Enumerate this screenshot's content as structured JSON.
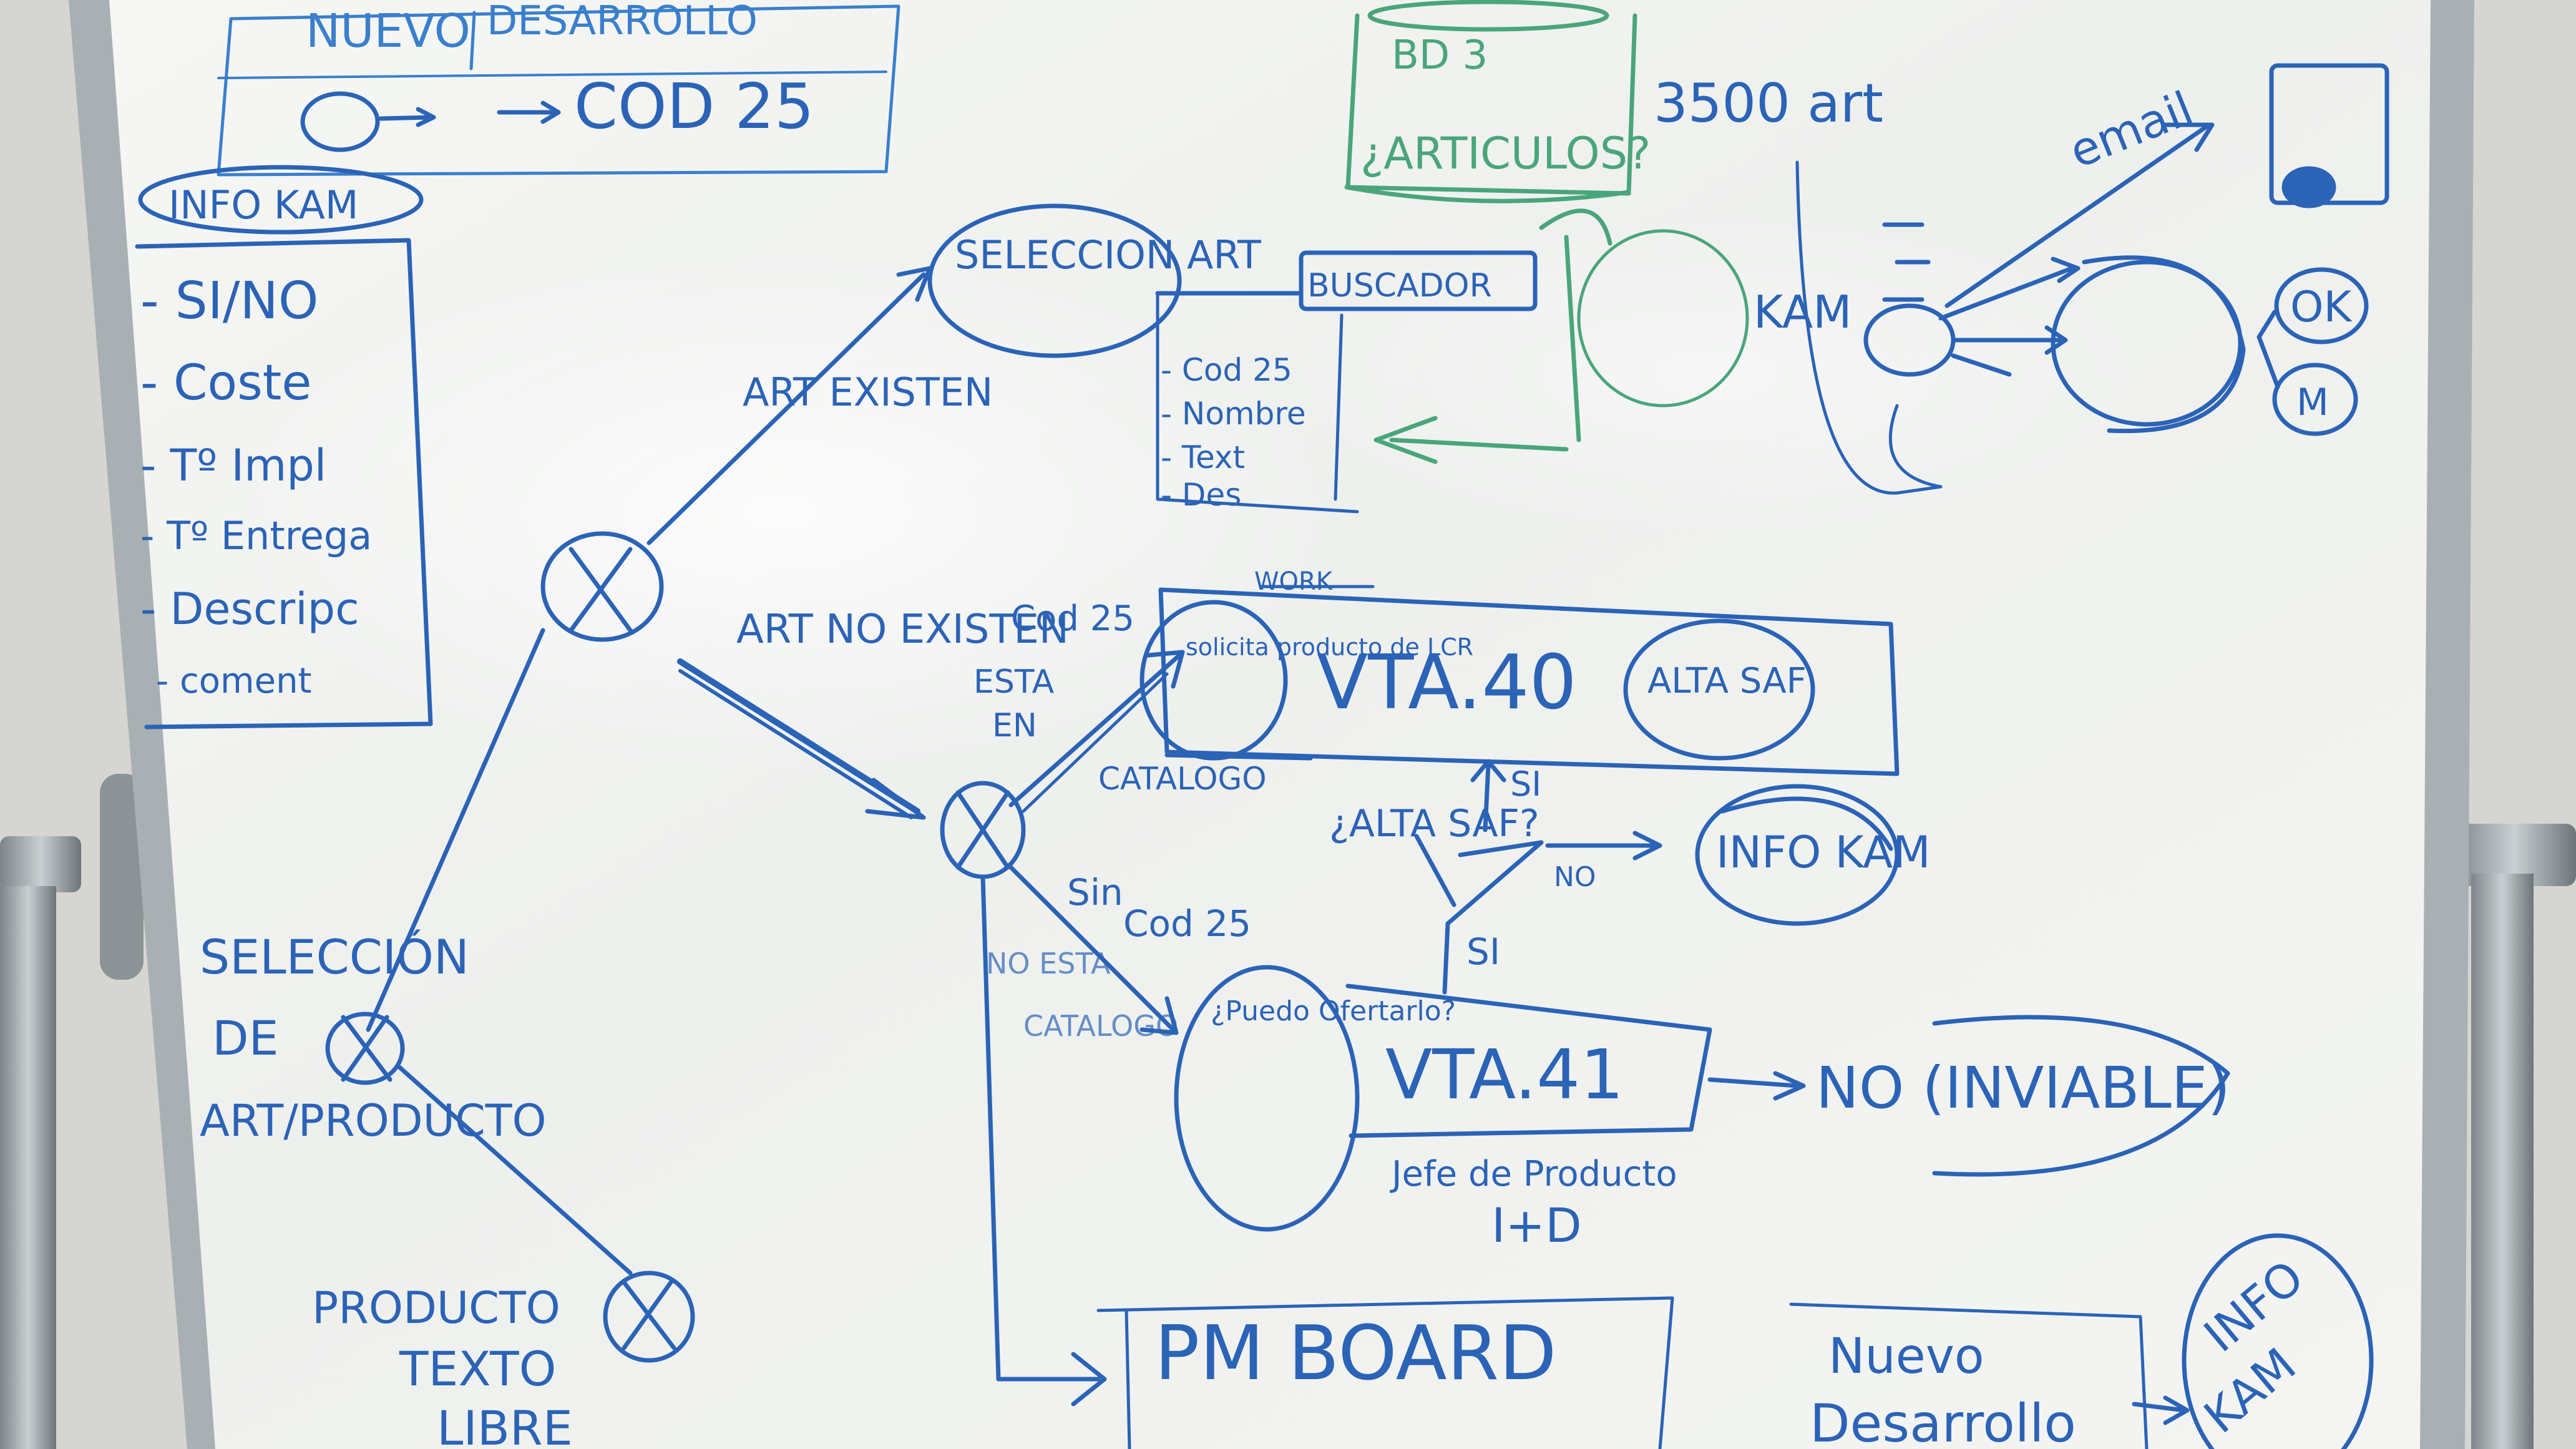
{
  "photo": {
    "subject": "whiteboard",
    "colors": {
      "ink_blue": "#2b63b6",
      "ink_light_blue": "#3a7fcc",
      "ink_green": "#4aa57a",
      "board": "#f3f4f2",
      "frame": "#a9b0b3",
      "wall": "#d7d8d4"
    }
  },
  "board": {
    "header": {
      "title_left": "NUEVO",
      "title_right": "DESARROLLO",
      "cod": "COD 25"
    },
    "bd3": {
      "label": "BD 3",
      "question": "¿ARTICULOS?",
      "count": "3500 art"
    },
    "info_kam": {
      "title": "INFO KAM",
      "items": [
        "- SI/NO",
        "- Coste",
        "- Tº Impl",
        "- Tº Entrega",
        "- Descripc",
        "- coment"
      ]
    },
    "art_existen": "ART EXISTEN",
    "seleccion": "SELECCION ART",
    "buscador": {
      "label": "BUSCADOR",
      "fields": [
        "- Cod 25",
        "- Nombre",
        "- Text",
        "- Des"
      ]
    },
    "kam": {
      "label": "KAM",
      "email": "email",
      "ok_label": "OK",
      "m_label": "M"
    },
    "art_no_existen": "ART NO EXISTEN",
    "cod25_esta": {
      "label": "Cod 25",
      "line2": "ESTA",
      "line3": "EN",
      "line4": "CATALOGO"
    },
    "vta40": {
      "label": "VTA.40",
      "solicita": "solicita producto de LCR",
      "work": "WORK",
      "alta_saf": "ALTA SAF"
    },
    "alta_decision": {
      "question": "¿ALTA SAF?",
      "si_top": "SI",
      "no_label": "NO",
      "si_bottom": "SI"
    },
    "info_kam_right": "INFO KAM",
    "sin_cod25": {
      "line1": "Sin",
      "line2": "Cod 25",
      "line3": "NO ESTA",
      "line4": "CATALOGO"
    },
    "vta41": {
      "label": "VTA.41",
      "puedo": "¿Puedo Ofertarlo?",
      "result": "NO (INVIABLE)",
      "jefe": "Jefe de Producto",
      "id": "I+D"
    },
    "seleccion_art_prod": {
      "line1": "SELECCIÓN",
      "line2": "DE",
      "line3": "ART/PRODUCTO"
    },
    "producto_texto": {
      "line1": "PRODUCTO",
      "line2": "TEXTO",
      "line3": "LIBRE"
    },
    "pm_board": "PM BOARD",
    "nuevo_desarrollo": {
      "line1": "Nuevo",
      "line2": "Desarrollo"
    },
    "info_kam_bottom": {
      "line1": "INFO",
      "line2": "KAM"
    }
  }
}
